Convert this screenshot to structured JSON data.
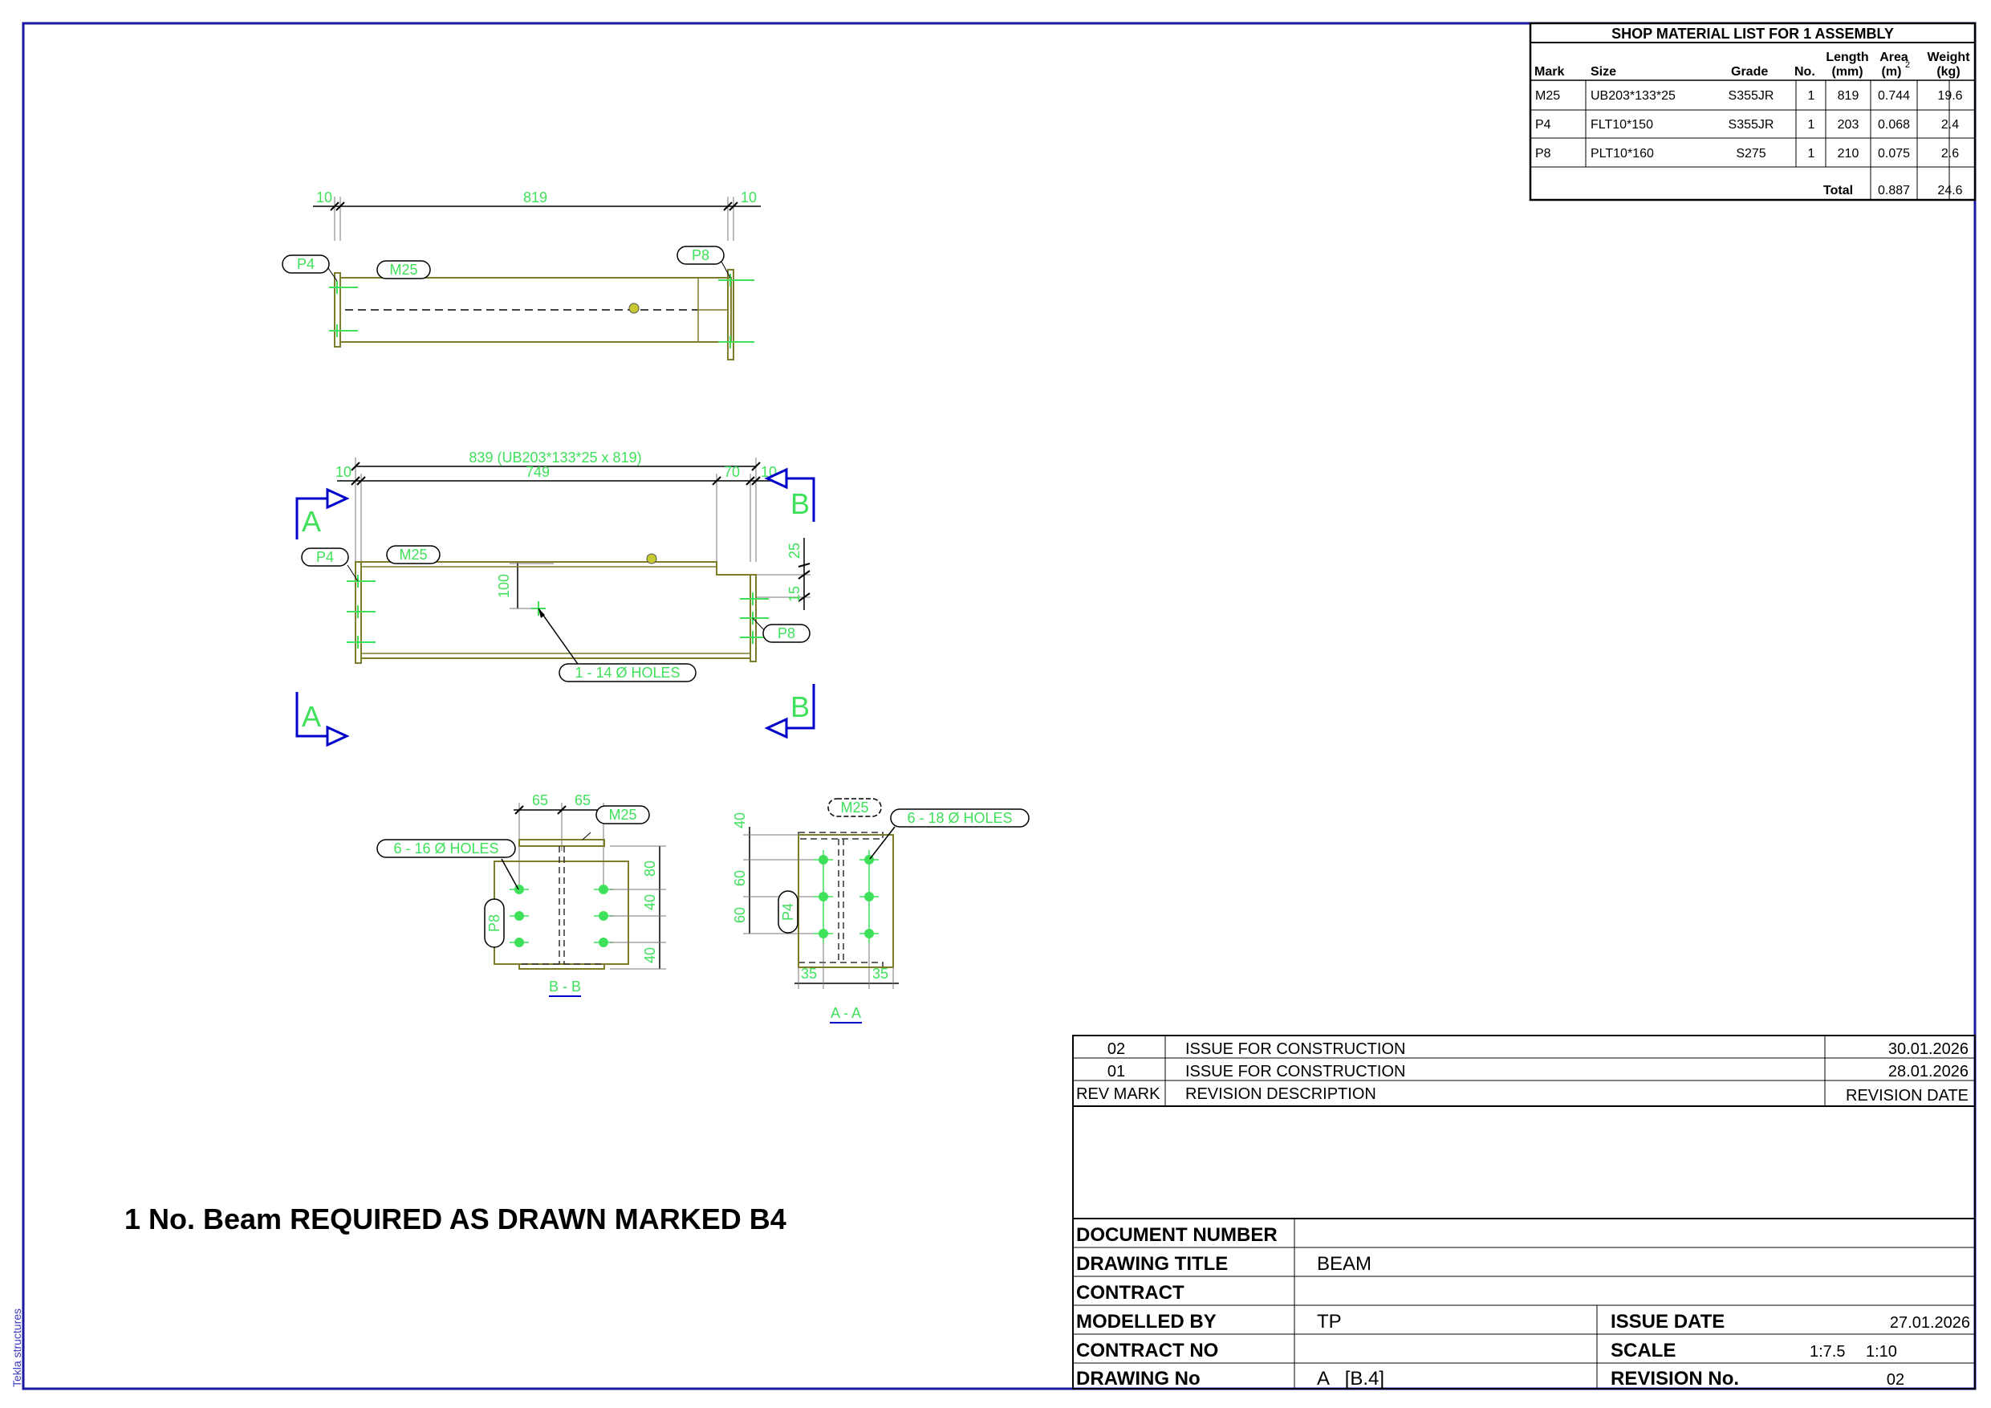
{
  "software_label": "Tekla structures",
  "material_list": {
    "title": "SHOP MATERIAL LIST FOR 1 ASSEMBLY",
    "headers": {
      "mark": "Mark",
      "size": "Size",
      "grade": "Grade",
      "no": "No.",
      "length_1": "Length",
      "length_2": "(mm)",
      "area_1": "Area",
      "area_2": "(m)",
      "area_sup": "2",
      "weight_1": "Weight",
      "weight_2": "(kg)"
    },
    "rows": [
      {
        "mark": "M25",
        "size": "UB203*133*25",
        "grade": "S355JR",
        "no": "1",
        "length": "819",
        "area": "0.744",
        "weight": "19.6"
      },
      {
        "mark": "P4",
        "size": "FLT10*150",
        "grade": "S355JR",
        "no": "1",
        "length": "203",
        "area": "0.068",
        "weight": "2.4"
      },
      {
        "mark": "P8",
        "size": "PLT10*160",
        "grade": "S275",
        "no": "1",
        "length": "210",
        "area": "0.075",
        "weight": "2.6"
      }
    ],
    "total_label": "Total",
    "total_area": "0.887",
    "total_weight": "24.6"
  },
  "top_view": {
    "dim_left": "10",
    "dim_mid": "819",
    "dim_right": "10",
    "label_p4": "P4",
    "label_m25": "M25",
    "label_p8": "P8"
  },
  "side_view": {
    "dim_overall": "839 (UB203*133*25 x 819)",
    "dim_left": "10",
    "dim_mid": "749",
    "dim_70": "70",
    "dim_right": "10",
    "dim_25": "25",
    "dim_15": "15",
    "dim_100": "100",
    "label_p4": "P4",
    "label_m25": "M25",
    "label_p8": "P8",
    "hole_note": "1 - 14 Ø HOLES",
    "section_a": "A",
    "section_b": "B"
  },
  "section_bb": {
    "dim_65a": "65",
    "dim_65b": "65",
    "label_m25": "M25",
    "label_p8": "P8",
    "hole_note": "6 - 16 Ø HOLES",
    "dim_80": "80",
    "dim_40a": "40",
    "dim_40b": "40",
    "title": "B - B"
  },
  "section_aa": {
    "label_m25": "M25",
    "label_p4": "P4",
    "hole_note": "6 - 18 Ø HOLES",
    "dim_40": "40",
    "dim_60a": "60",
    "dim_60b": "60",
    "dim_35a": "35",
    "dim_35b": "35",
    "title": "A - A"
  },
  "note": "1 No. Beam REQUIRED AS DRAWN MARKED B4",
  "revisions": {
    "rows": [
      {
        "mark": "02",
        "description": "ISSUE FOR CONSTRUCTION",
        "date": "30.01.2026"
      },
      {
        "mark": "01",
        "description": "ISSUE FOR CONSTRUCTION",
        "date": "28.01.2026"
      }
    ],
    "header_mark": "REV MARK",
    "header_description": "REVISION DESCRIPTION",
    "header_date": "REVISION DATE"
  },
  "title_block": {
    "document_number_label": "DOCUMENT NUMBER",
    "document_number": "",
    "drawing_title_label": "DRAWING TITLE",
    "drawing_title": "BEAM",
    "contract_label": "CONTRACT",
    "contract": "",
    "modelled_by_label": "MODELLED BY",
    "modelled_by": "TP",
    "contract_no_label": "CONTRACT NO",
    "contract_no": "",
    "drawing_no_label": "DRAWING No",
    "drawing_no": "A   [B.4]",
    "issue_date_label": "ISSUE DATE",
    "issue_date": "27.01.2026",
    "scale_label": "SCALE",
    "scale_1": "1:7.5",
    "scale_2": "1:10",
    "revision_no_label": "REVISION No.",
    "revision_no": "02"
  },
  "colors": {
    "border": "#1a1aa0",
    "part": "#7d7d2a",
    "dimension": "#3fe05a",
    "section_arrow": "#0000c8"
  }
}
